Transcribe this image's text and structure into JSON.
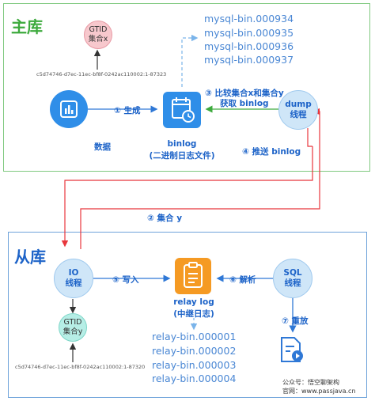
{
  "primary": {
    "title": "主库",
    "gtid": {
      "line1": "GTID",
      "line2": "集合x",
      "value": "c5d74746-d7ec-11ec-bf8f-0242ac110002:1-87323"
    },
    "data_label": "数据",
    "binlog_label_1": "binlog",
    "binlog_label_2": "(二进制日志文件)",
    "dump": {
      "line1": "dump",
      "line2": "线程"
    },
    "binlog_files": [
      "mysql-bin.000934",
      "mysql-bin.000935",
      "mysql-bin.000936",
      "mysql-bin.000937"
    ]
  },
  "steps": {
    "s1": "① 生成",
    "s2": "② 集合 y",
    "s3_line1": "③ 比较集合x和集合y",
    "s3_line2": "获取 binlog",
    "s4": "④ 推送 binlog",
    "s5": "⑤ 写入",
    "s6": "⑥ 解析",
    "s7": "⑦ 重放"
  },
  "replica": {
    "title": "从库",
    "io": {
      "line1": "IO",
      "line2": "线程"
    },
    "sql": {
      "line1": "SQL",
      "line2": "线程"
    },
    "relay_label_1": "relay log",
    "relay_label_2": "(中继日志)",
    "relay_files": [
      "relay-bin.000001",
      "relay-bin.000002",
      "relay-bin.000003",
      "relay-bin.000004"
    ],
    "gtid": {
      "line1": "GTID",
      "line2": "集合y",
      "value": "c5d74746-d7ec-11ec-bf8f-0242ac110002:1-87320"
    }
  },
  "footer": {
    "line1": "公众号：悟空聊架构",
    "line2": "官网：www.passjava.cn"
  },
  "colors": {
    "primary_border": "#7fc97f",
    "replica_border": "#6ea3da",
    "blue_icon": "#2f8ee8",
    "orange_icon": "#f59a23",
    "red_line": "#e8363c",
    "green_arrow": "#3daa3d",
    "dashed_blue": "#7ab4ea"
  },
  "icons": {
    "data": "bar-chart-icon",
    "binlog": "calendar-clock-icon",
    "relay": "clipboard-icon",
    "replay": "document-play-icon"
  }
}
